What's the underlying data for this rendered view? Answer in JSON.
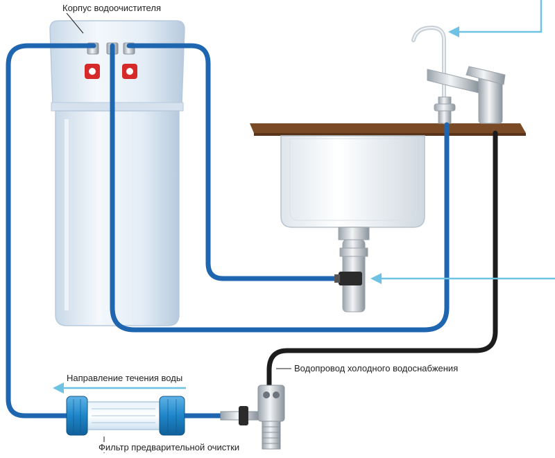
{
  "labels": {
    "housing": "Корпус водоочистителя",
    "flow_direction": "Направление течения воды",
    "cold_supply": "Водопровод холодного водоснабжения",
    "prefilter": "Фильтр предварительной очистки"
  },
  "colors": {
    "filtered_pipe": "#1f66b0",
    "supply_hose": "#1c1c1c",
    "flow_arrow": "#6ec2e4",
    "countertop": "#7a4a26",
    "housing_body": "#e9f1f8",
    "prefilter_cap": "#1e86c9",
    "valve_red": "#d62a2a"
  },
  "icons": {
    "flow_arrow": "arrow-left-icon",
    "leader": "callout-line"
  }
}
